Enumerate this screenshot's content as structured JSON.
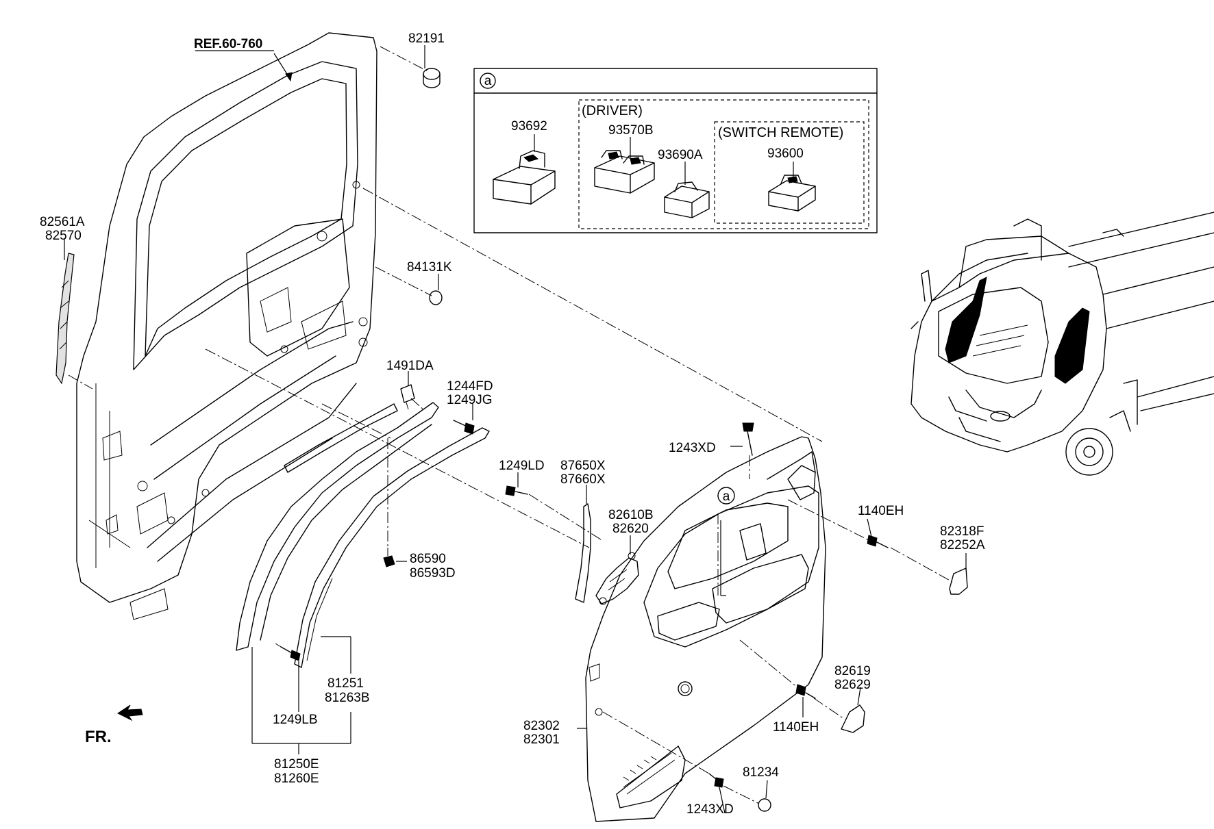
{
  "reference_label": "REF.60-760",
  "direction_label": "FR.",
  "callout_marker": "a",
  "parts": {
    "p82191": "82191",
    "p82561a": "82561A",
    "p82570": "82570",
    "p84131k": "84131K",
    "p1491da": "1491DA",
    "p1244fd": "1244FD",
    "p1249jg": "1249JG",
    "p1249ld": "1249LD",
    "p87650x": "87650X",
    "p87660x": "87660X",
    "p82610b": "82610B",
    "p82620": "82620",
    "p86590": "86590",
    "p86593d": "86593D",
    "p1243xd_top": "1243XD",
    "p1140eh_top": "1140EH",
    "p82318f": "82318F",
    "p82252a": "82252A",
    "p81251": "81251",
    "p81263b": "81263B",
    "p1249lb": "1249LB",
    "p81250e": "81250E",
    "p81260e": "81260E",
    "p82619": "82619",
    "p82629": "82629",
    "p1140eh_bottom": "1140EH",
    "p82302": "82302",
    "p82301": "82301",
    "p81234": "81234",
    "p1243xd_bottom": "1243XD"
  },
  "detail_box": {
    "marker": "a",
    "p93692": "93692",
    "driver_label": "(DRIVER)",
    "p93570b": "93570B",
    "p93690a": "93690A",
    "switch_remote_label": "(SWITCH REMOTE)",
    "p93600": "93600"
  }
}
